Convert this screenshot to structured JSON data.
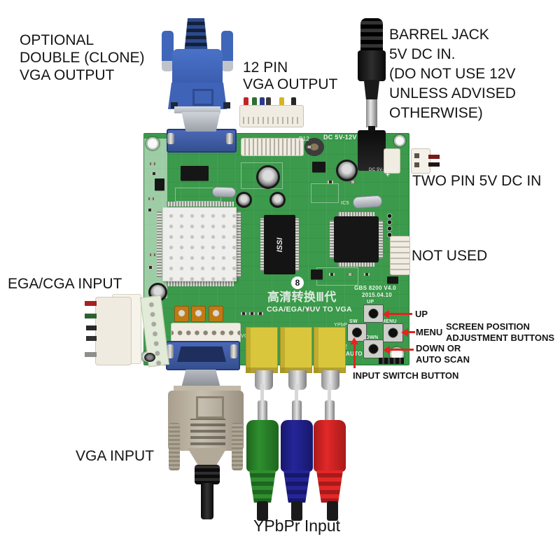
{
  "annotations": {
    "optional_vga_output": "OPTIONAL\nDOUBLE (CLONE)\nVGA OUTPUT",
    "twelve_pin_vga_output": "12 PIN\nVGA OUTPUT",
    "barrel_jack": "BARREL JACK\n5V DC IN.\n(DO NOT USE 12V\nUNLESS ADVISED\nOTHERWISE)",
    "two_pin_dc": "TWO PIN 5V DC IN",
    "not_used": "NOT USED",
    "ega_cga_input": "EGA/CGA INPUT",
    "vga_input": "VGA INPUT",
    "ypbpr_input": "YPbPr Input",
    "up": "UP",
    "menu": "MENU",
    "down_or_auto_scan": "DOWN OR\nAUTO SCAN",
    "screen_position": "SCREEN POSITION\nADJUSTMENT BUTTONS",
    "input_switch_button": "INPUT SWITCH BUTTON"
  },
  "silkscreen": {
    "model": "GBS 8200 V4.0",
    "date": "2015.04.10",
    "generation": "高清转换Ⅲ代",
    "converter": "CGA/EGA/YUV TO VGA",
    "power": "DC 5V-12V",
    "p12": "P12",
    "dc_in": "DC 5V-12V IN",
    "plus": "+",
    "btn_up": "UP",
    "btn_menu": "MENU",
    "btn_sw": "SW",
    "btn_down": "DOWN",
    "btn_auto": "AUTO",
    "p2": "P2",
    "ypbpr": "YPbPr",
    "vga_in": "VGA IN",
    "ic5": "IC5",
    "circle8": "8",
    "ram_brand": "ISSI"
  },
  "colors": {
    "background": "#ffffff",
    "pcb_green": "#3b9a4b",
    "annotation_text": "#151515",
    "arrow_red": "#e62222",
    "vga_plug_blue": "#4a72c8",
    "vga_plug_gray": "#b5ab99",
    "rca_green": "#2e8f2e",
    "rca_blue": "#252599",
    "rca_red": "#e22828",
    "rca_jack_yellow": "#d9c63c"
  }
}
